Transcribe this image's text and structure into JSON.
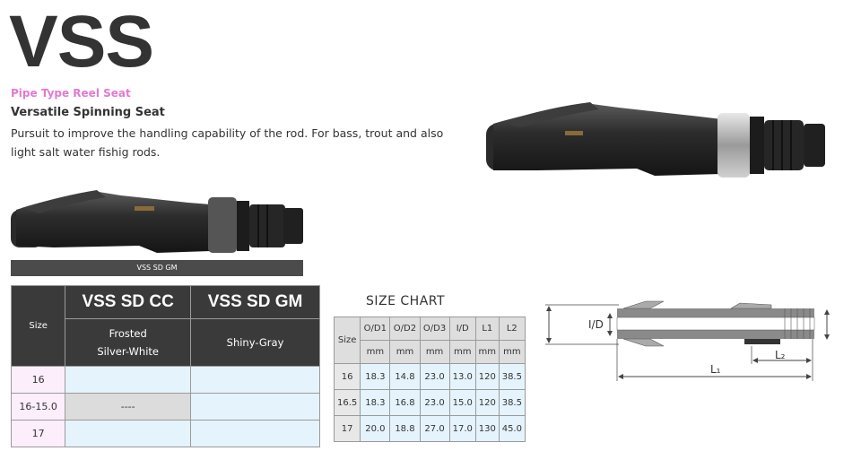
{
  "header": {
    "brand": "VSS",
    "subtitle": "Pipe Type Reel Seat",
    "tagline": "Versatile Spinning Seat",
    "description": "Pursuit to improve the handling capability of the rod. For bass, trout and also light salt water fishig rods."
  },
  "product_label": "VSS SD GM",
  "color_table": {
    "size_header": "Size",
    "models": [
      {
        "name": "VSS SD CC",
        "color": "Frosted\nSilver-White"
      },
      {
        "name": "VSS SD GM",
        "color": "Shiny-Gray"
      }
    ],
    "rows": [
      {
        "size": "16",
        "cc": "",
        "gm": ""
      },
      {
        "size": "16-15.0",
        "cc": "----",
        "gm": ""
      },
      {
        "size": "17",
        "cc": "",
        "gm": ""
      }
    ]
  },
  "size_chart": {
    "title": "SIZE CHART",
    "size_header": "Size",
    "columns": [
      "O/D1",
      "O/D2",
      "O/D3",
      "I/D",
      "L1",
      "L2"
    ],
    "unit": "mm",
    "rows": [
      {
        "size": "16",
        "values": [
          "18.3",
          "14.8",
          "23.0",
          "13.0",
          "120",
          "38.5"
        ]
      },
      {
        "size": "16.5",
        "values": [
          "18.3",
          "16.8",
          "23.0",
          "15.0",
          "120",
          "38.5"
        ]
      },
      {
        "size": "17",
        "values": [
          "20.0",
          "18.8",
          "27.0",
          "17.0",
          "130",
          "45.0"
        ]
      }
    ]
  },
  "diagram": {
    "id_label": "I/D",
    "l1_label": "L₁",
    "l2_label": "L₂"
  },
  "colors": {
    "dark_header": "#3a3a3a",
    "pink": "#e27ad3",
    "light_blue": "#e5f3fd",
    "light_pink": "#fdeefc"
  }
}
